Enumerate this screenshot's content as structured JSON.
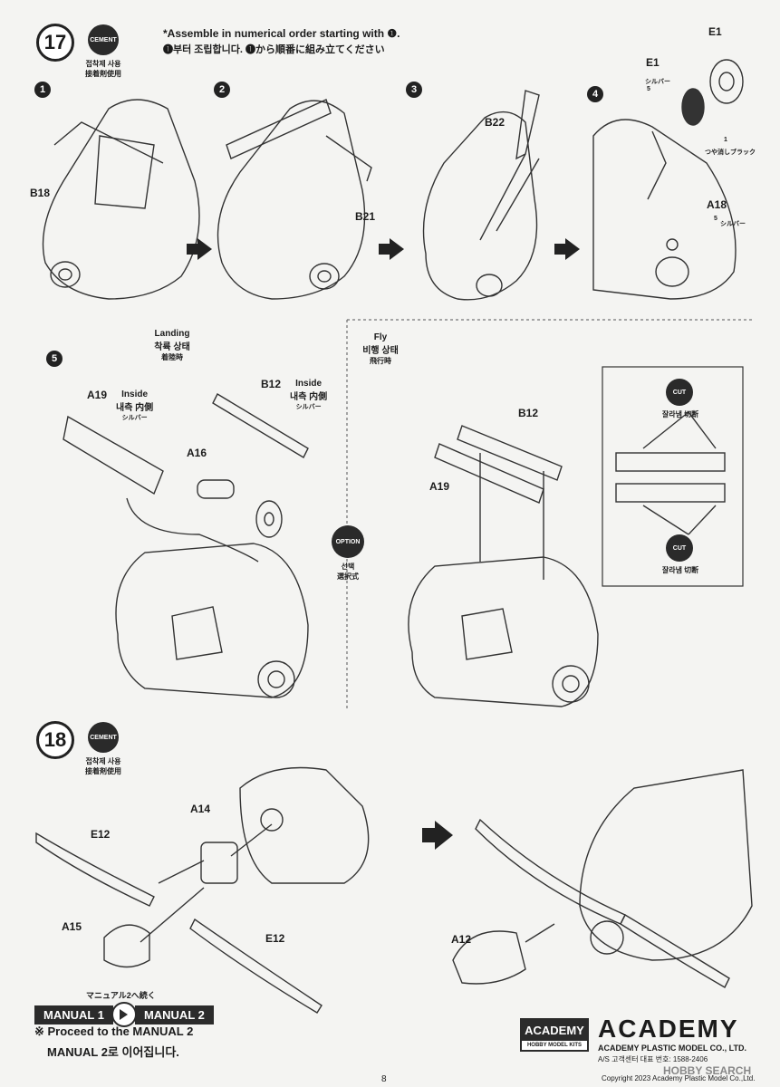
{
  "step17": {
    "number": "17",
    "cement": "CEMENT",
    "cement_kr": "접착제 사용",
    "cement_jp": "接着剤使用",
    "instr_en": "*Assemble in numerical order starting with ❶.",
    "instr_kr": "❶부터 조립합니다. ❶から順番に組み立てください",
    "substeps": [
      "1",
      "2",
      "3",
      "4",
      "5"
    ],
    "parts": {
      "b18": "B18",
      "b21": "B21",
      "b22": "B22",
      "e1a": "E1",
      "e1b": "E1",
      "a18": "A18",
      "a19a": "A19",
      "b12a": "B12",
      "a16": "A16",
      "a19b": "A19",
      "b12b": "B12"
    },
    "silver_a": "シルバー",
    "silver_a_num": "5",
    "flat_black": "つや消しブラック",
    "flat_black_num": "1",
    "silver_b": "シルバー",
    "silver_b_num": "5",
    "landing_en": "Landing",
    "landing_kr": "착륙 상태",
    "landing_jp": "着陸時",
    "fly_en": "Fly",
    "fly_kr": "비행 상태",
    "fly_jp": "飛行時",
    "inside_a_en": "Inside",
    "inside_a_kr": "내측 内側",
    "inside_a_silver": "シルバー",
    "inside_b_en": "Inside",
    "inside_b_kr": "내측 内側",
    "inside_b_silver": "シルバー",
    "option": "OPTION",
    "option_kr": "선택",
    "option_jp": "選択式",
    "cut": "CUT",
    "cut_kr": "잘라냄 切断"
  },
  "step18": {
    "number": "18",
    "cement": "CEMENT",
    "cement_kr": "접착제 사용",
    "cement_jp": "接着剤使用",
    "parts": {
      "a14": "A14",
      "e12a": "E12",
      "a15": "A15",
      "e12b": "E12",
      "a12": "A12"
    }
  },
  "footer": {
    "manual_jp": "マニュアル2へ続く",
    "manual1": "MANUAL 1",
    "manual2": "MANUAL 2",
    "proceed_en": "※ Proceed to the MANUAL 2",
    "proceed_kr": "MANUAL 2로 이어집니다.",
    "logo_box": "ACADEMY",
    "logo_box_sub": "HOBBY MODEL KITS",
    "logo_big": "ACADEMY",
    "company": "ACADEMY PLASTIC MODEL CO., LTD.",
    "as_center": "A/S 고객센터 대표 번호: 1588-2406",
    "copyright": "Copyright 2023 Academy Plastic Model Co.,Ltd.",
    "page": "8",
    "watermark": "HOBBY SEARCH"
  }
}
